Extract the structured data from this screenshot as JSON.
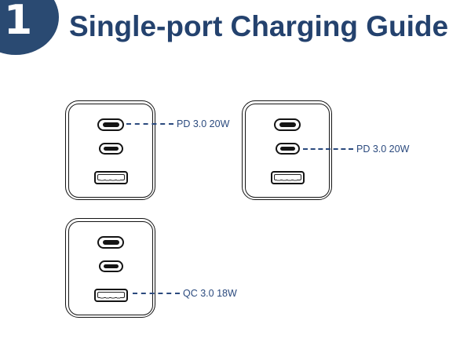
{
  "header": {
    "step_number": "1",
    "title": "Single-port Charging Guide"
  },
  "colors": {
    "badge_navy": "#2A4A72",
    "title_navy": "#24426E",
    "callout_blue": "#2B4A7E",
    "outline_black": "#141414"
  },
  "chargers": [
    {
      "name": "charger-top-left",
      "ports": [
        "USB-C",
        "USB-C",
        "USB-A"
      ],
      "callout": {
        "text": "PD 3.0 20W",
        "target_port": "usb-c-port-1",
        "side": "right"
      }
    },
    {
      "name": "charger-top-right",
      "ports": [
        "USB-C",
        "USB-C",
        "USB-A"
      ],
      "callout": {
        "text": "PD 3.0 20W",
        "target_port": "usb-c-port-2",
        "side": "right"
      }
    },
    {
      "name": "charger-bottom-left",
      "ports": [
        "USB-C",
        "USB-C",
        "USB-A"
      ],
      "callout": {
        "text": "QC 3.0 18W",
        "target_port": "usb-a-port",
        "side": "right"
      }
    }
  ]
}
